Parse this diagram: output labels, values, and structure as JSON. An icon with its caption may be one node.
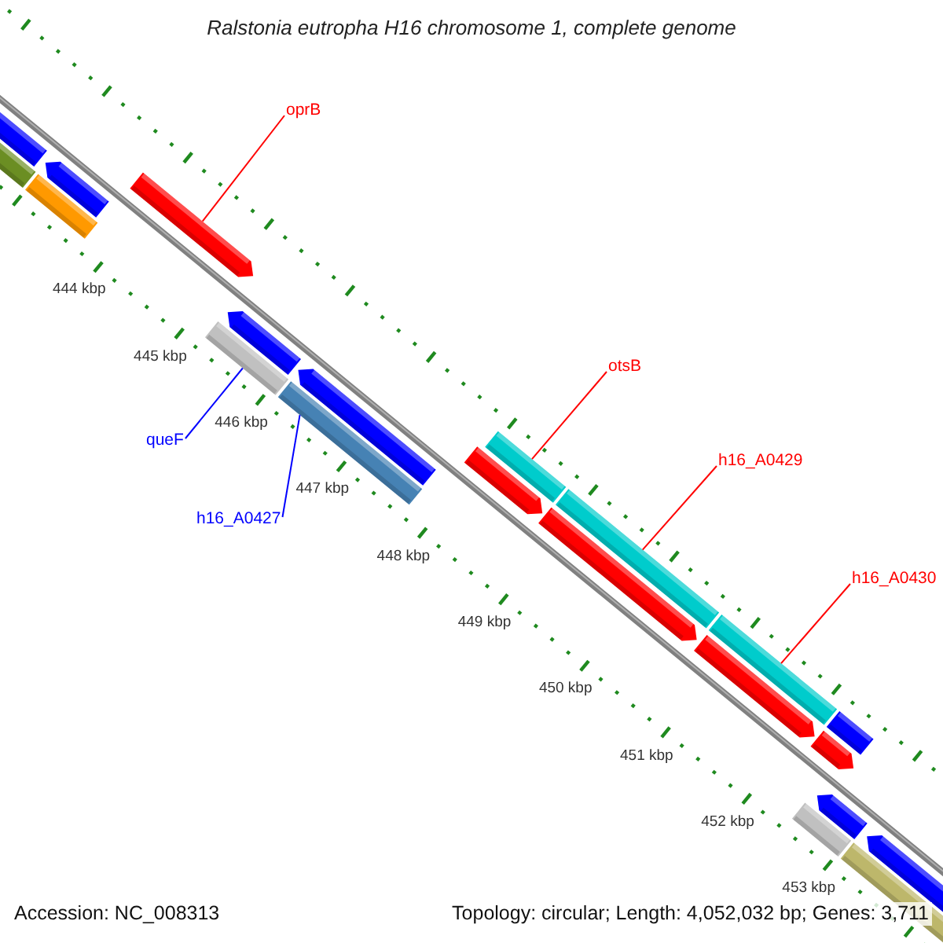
{
  "diagram": {
    "title": "Ralstonia eutropha H16 chromosome 1, complete genome",
    "nodes": [
      {
        "text": [
          "oprB"
        ]
      },
      {
        "text": [],
        "shape": "bar"
      },
      {
        "text": [
          "queF"
        ]
      },
      {
        "text": [],
        "shape": "bar"
      },
      {
        "text": [
          "h16_A0427"
        ]
      },
      {
        "text": [],
        "shape": "bar"
      },
      {
        "text": [
          "otsB"
        ]
      },
      {
        "text": [],
        "shape": "bar"
      },
      {
        "text": [
          "h16_A0429"
        ]
      },
      {
        "text": [],
        "shape": "bar"
      },
      {
        "text": [
          "h16_A0430"
        ]
      },
      {
        "text": [],
        "shape": "bar"
      }
    ],
    "edges": [
      {
        "from": 0,
        "to": 1,
        "arrow": "none"
      },
      {
        "from": 2,
        "to": 3,
        "arrow": "none",
        "color": "#0000ff"
      },
      {
        "from": 4,
        "to": 5,
        "arrow": "none",
        "color": "#0000ff"
      },
      {
        "from": 6,
        "to": 7,
        "arrow": "none"
      },
      {
        "from": 8,
        "to": 9,
        "arrow": "none"
      },
      {
        "from": 10,
        "to": 11,
        "arrow": "none"
      }
    ],
    "labels": [
      "444 kbp",
      "445 kbp",
      "446 kbp",
      "447 kbp",
      "448 kbp",
      "449 kbp",
      "450 kbp",
      "451 kbp",
      "452 kbp",
      "453 kbp",
      "Accession: NC_008313",
      "Topology: circular; Length: 4,052,032 bp; Genes: 3,711"
    ]
  }
}
